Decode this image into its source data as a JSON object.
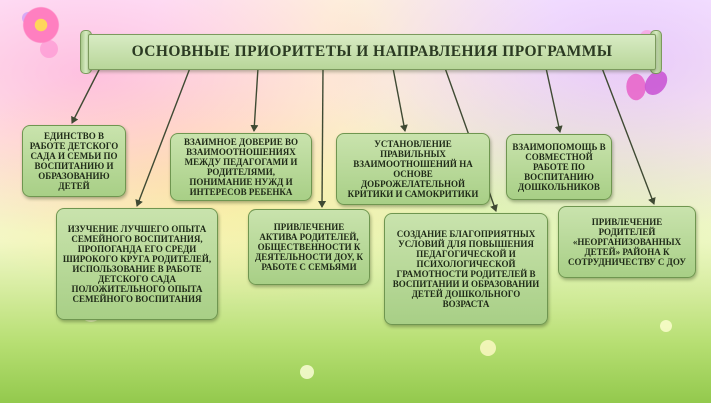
{
  "title": "ОСНОВНЫЕ ПРИОРИТЕТЫ И НАПРАВЛЕНИЯ ПРОГРАММЫ",
  "boxes": [
    {
      "id": "b1",
      "text": "ЕДИНСТВО В РАБОТЕ ДЕТСКОГО САДА И СЕМЬИ ПО ВОСПИТАНИЮ И ОБРАЗОВАНИЮ ДЕТЕЙ"
    },
    {
      "id": "b2",
      "text": "ВЗАИМНОЕ ДОВЕРИЕ ВО ВЗАИМООТНОШЕНИЯХ МЕЖДУ ПЕДАГОГАМИ И РОДИТЕЛЯМИ, ПОНИМАНИЕ НУЖД И ИНТЕРЕСОВ РЕБЕНКА"
    },
    {
      "id": "b3",
      "text": "УСТАНОВЛЕНИЕ ПРАВИЛЬНЫХ ВЗАИМООТНОШЕНИЙ НА ОСНОВЕ ДОБРОЖЕЛАТЕЛЬНОЙ КРИТИКИ И САМОКРИТИКИ"
    },
    {
      "id": "b4",
      "text": "ВЗАИМОПОМОЩЬ В СОВМЕСТНОЙ РАБОТЕ ПО ВОСПИТАНИЮ ДОШКОЛЬНИКОВ"
    },
    {
      "id": "b5",
      "text": "ИЗУЧЕНИЕ ЛУЧШЕГО ОПЫТА СЕМЕЙНОГО ВОСПИТАНИЯ, ПРОПОГАНДА ЕГО СРЕДИ ШИРОКОГО КРУГА РОДИТЕЛЕЙ, ИСПОЛЬЗОВАНИЕ В РАБОТЕ ДЕТСКОГО САДА ПОЛОЖИТЕЛЬНОГО ОПЫТА СЕМЕЙНОГО ВОСПИТАНИЯ"
    },
    {
      "id": "b6",
      "text": "ПРИВЛЕЧЕНИЕ АКТИВА РОДИТЕЛЕЙ, ОБЩЕСТВЕННОСТИ К ДЕЯТЕЛЬНОСТИ ДОУ, К РАБОТЕ С СЕМЬЯМИ"
    },
    {
      "id": "b7",
      "text": "СОЗДАНИЕ БЛАГОПРИЯТНЫХ УСЛОВИЙ ДЛЯ ПОВЫШЕНИЯ ПЕДАГОГИЧЕСКОЙ И ПСИХОЛОГИЧЕСКОЙ ГРАМОТНОСТИ РОДИТЕЛЕЙ В ВОСПИТАНИИ И ОБРАЗОВАНИИ ДЕТЕЙ ДОШКОЛЬНОГО ВОЗРАСТА"
    },
    {
      "id": "b8",
      "text": "ПРИВЛЕЧЕНИЕ РОДИТЕЛЕЙ «НЕОРГАНИЗОВАННЫХ ДЕТЕЙ» РАЙОНА К СОТРУДНИЧЕСТВУ С ДОУ"
    }
  ],
  "colors": {
    "box_fill": "#b9d99a",
    "box_border": "#6f9650",
    "arrow": "#3f4a33",
    "text": "#1f2a18"
  }
}
